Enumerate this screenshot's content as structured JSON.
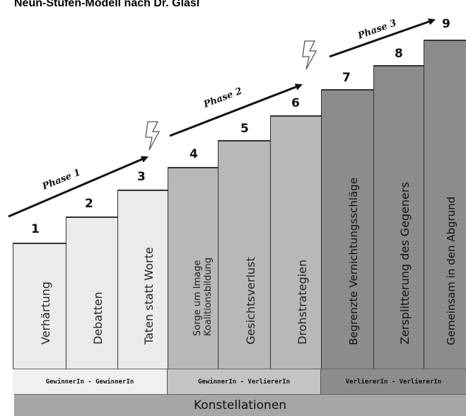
{
  "title": "Neun-Stufen-Modell nach Dr. Glasl",
  "stages": [
    {
      "number": "1",
      "label": "Verhärtung"
    },
    {
      "number": "2",
      "label": "Debatten"
    },
    {
      "number": "3",
      "label": "Taten statt Worte"
    },
    {
      "number": "4",
      "label": "Sorge um Image\nKoalitionsbildung"
    },
    {
      "number": "5",
      "label": "Gesichtsverlust"
    },
    {
      "number": "6",
      "label": "Drohstrategien"
    },
    {
      "number": "7",
      "label": "Begrenzte Vernichtungsschläge"
    },
    {
      "number": "8",
      "label": "Zersplitterung des Gegeners"
    },
    {
      "number": "9",
      "label": "Gemeinsam in den Abgrund"
    }
  ],
  "phases": [
    {
      "label": "Phase 1",
      "constellation": "GewinnerIn - GewinnerIn"
    },
    {
      "label": "Phase 2",
      "constellation": "GewinnerIn - VerliererIn"
    },
    {
      "label": "Phase 3",
      "constellation": "VerliererIn - VerliererIn"
    }
  ],
  "footer": "Konstellationen",
  "colors": {
    "phase1": "#ebebeb",
    "phase2": "#b8b8b8",
    "phase3": "#8c8c8c"
  },
  "icons": [
    "lightning-icon",
    "lightning-icon"
  ]
}
